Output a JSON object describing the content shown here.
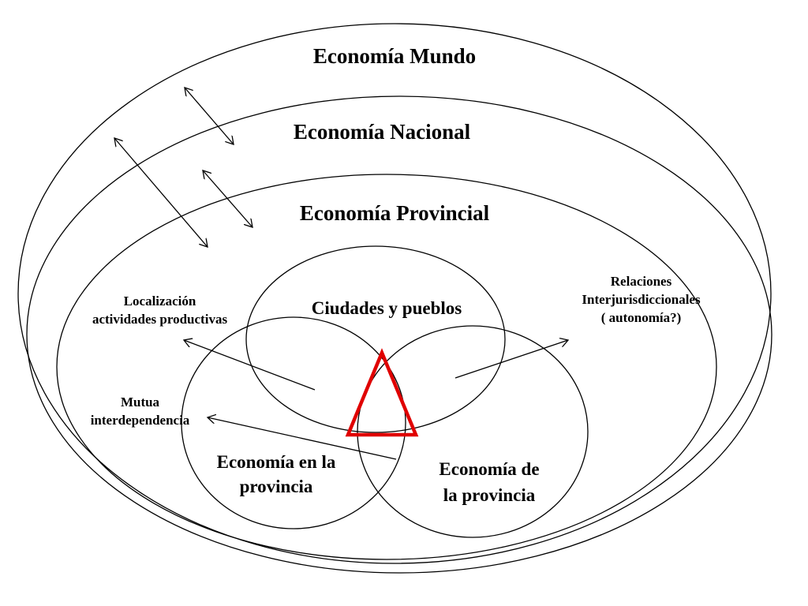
{
  "diagram": {
    "levels": {
      "mundo": "Economía Mundo",
      "nacional": "Economía Nacional",
      "provincial": "Economía Provincial"
    },
    "circles": {
      "ciudades": "Ciudades y pueblos",
      "en_provincia": [
        "Economía en la",
        "provincia"
      ],
      "de_provincia": [
        "Economía de",
        "la provincia"
      ]
    },
    "annotations": {
      "localizacion": [
        "Localización",
        "actividades productivas"
      ],
      "relaciones": [
        "Relaciones",
        "Interjurisdiccionales",
        "( autonomía?)"
      ],
      "mutua": [
        "Mutua",
        "interdependencia"
      ]
    },
    "colors": {
      "stroke": "#000000",
      "triangle": "#e00000",
      "background": "#ffffff"
    }
  }
}
